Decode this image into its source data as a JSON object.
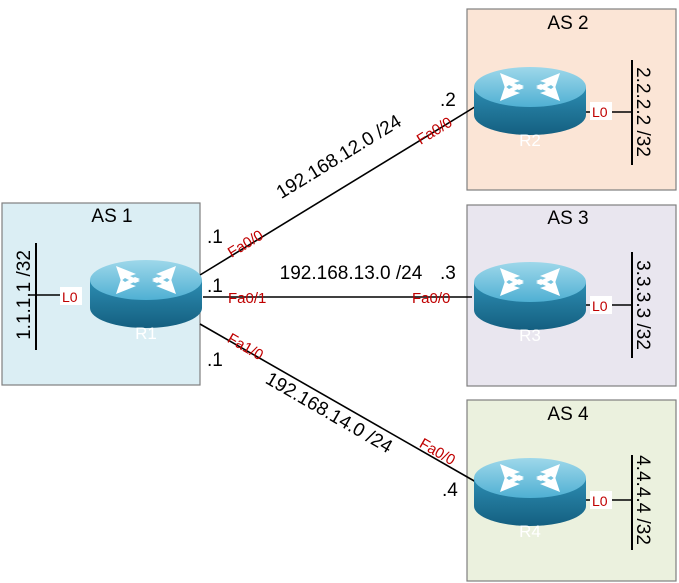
{
  "areas": {
    "as1": {
      "title": "AS 1",
      "fill": "#dbeef4",
      "stroke": "#7f7f7f"
    },
    "as2": {
      "title": "AS 2",
      "fill": "#fbe5d6",
      "stroke": "#7f7f7f"
    },
    "as3": {
      "title": "AS 3",
      "fill": "#e9e6ef",
      "stroke": "#7f7f7f"
    },
    "as4": {
      "title": "AS 4",
      "fill": "#ebf1de",
      "stroke": "#7f7f7f"
    }
  },
  "routers": {
    "r1": {
      "name": "R1",
      "icon": "router-icon"
    },
    "r2": {
      "name": "R2",
      "icon": "router-icon"
    },
    "r3": {
      "name": "R3",
      "icon": "router-icon"
    },
    "r4": {
      "name": "R4",
      "icon": "router-icon"
    }
  },
  "loopbacks": {
    "r1": {
      "iface": "L0",
      "ip": "1.1.1.1 /32"
    },
    "r2": {
      "iface": "L0",
      "ip": "2.2.2.2 /32"
    },
    "r3": {
      "iface": "L0",
      "ip": "3.3.3.3 /32"
    },
    "r4": {
      "iface": "L0",
      "ip": "4.4.4.4 /32"
    }
  },
  "links": {
    "r1_r2": {
      "subnet": "192.168.12.0 /24",
      "r1_iface": "Fa0/0",
      "r1_octet": ".1",
      "r2_iface": "Fa0/0",
      "r2_octet": ".2"
    },
    "r1_r3": {
      "subnet": "192.168.13.0 /24",
      "r1_iface": "Fa0/1",
      "r1_octet": ".1",
      "r3_iface": "Fa0/0",
      "r3_octet": ".3"
    },
    "r1_r4": {
      "subnet": "192.168.14.0 /24",
      "r1_iface": "Fa1/0",
      "r1_octet": ".1",
      "r4_iface": "Fa0/0",
      "r4_octet": ".4"
    }
  },
  "colors": {
    "interface_label": "#c00000",
    "router_body": "#2a8fb5",
    "router_top": "#6dc3df"
  }
}
